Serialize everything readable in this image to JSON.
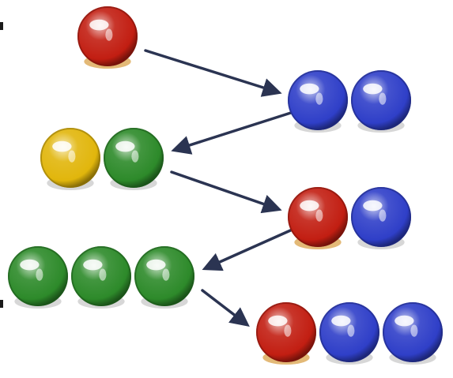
{
  "colors": {
    "red": "#c21e12",
    "blue": "#2f3fc8",
    "green": "#2d8a2a",
    "yellow": "#e1b60c",
    "arrow": "#2b3452"
  },
  "rows": [
    {
      "side": "left",
      "marbles": [
        "red"
      ]
    },
    {
      "side": "right",
      "marbles": [
        "blue",
        "blue"
      ]
    },
    {
      "side": "left",
      "marbles": [
        "yellow",
        "green"
      ]
    },
    {
      "side": "right",
      "marbles": [
        "red",
        "blue"
      ]
    },
    {
      "side": "left",
      "marbles": [
        "green",
        "green",
        "green"
      ]
    },
    {
      "side": "right",
      "marbles": [
        "red",
        "blue",
        "blue"
      ]
    }
  ],
  "transitions": [
    {
      "from_row": 0,
      "to_row": 1
    },
    {
      "from_row": 1,
      "to_row": 2
    },
    {
      "from_row": 2,
      "to_row": 3
    },
    {
      "from_row": 3,
      "to_row": 4
    },
    {
      "from_row": 4,
      "to_row": 5
    }
  ]
}
